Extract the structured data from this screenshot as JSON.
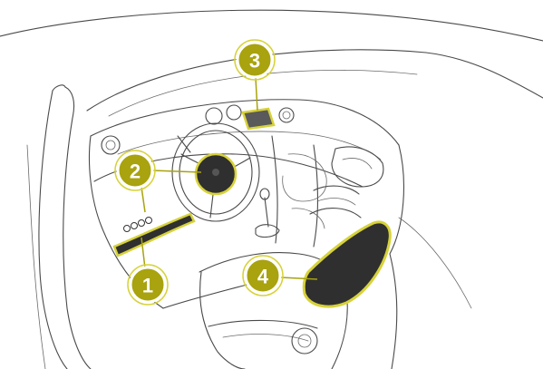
{
  "colors": {
    "callout_fill": "#a8a30e",
    "callout_ring": "#ffffff",
    "highlight": "#d7d23a",
    "dark_component": "#2f2f2f",
    "line": "#4a4a4a"
  },
  "callouts": [
    {
      "id": "1",
      "number": "1",
      "target": "knee-airbag"
    },
    {
      "id": "2",
      "number": "2",
      "target": "driver-front-airbag"
    },
    {
      "id": "3",
      "number": "3",
      "target": "airbag-off-indicator"
    },
    {
      "id": "4",
      "number": "4",
      "target": "passenger-front-airbag"
    }
  ]
}
